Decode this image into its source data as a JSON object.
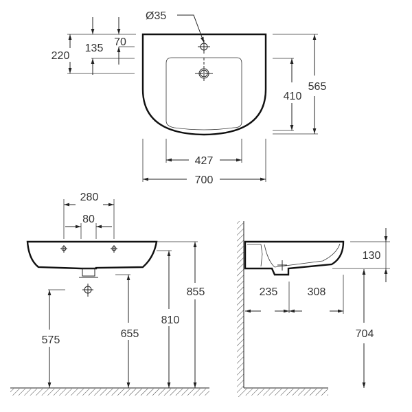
{
  "top_view": {
    "hole_diameter": "Ø35",
    "dim_220": "220",
    "dim_135": "135",
    "dim_70": "70",
    "dim_410": "410",
    "dim_565": "565",
    "dim_427": "427",
    "dim_700": "700"
  },
  "front_view": {
    "dim_280": "280",
    "dim_80": "80",
    "dim_575": "575",
    "dim_655": "655",
    "dim_810": "810",
    "dim_855": "855"
  },
  "side_view": {
    "dim_130": "130",
    "dim_235": "235",
    "dim_308": "308",
    "dim_704": "704"
  }
}
